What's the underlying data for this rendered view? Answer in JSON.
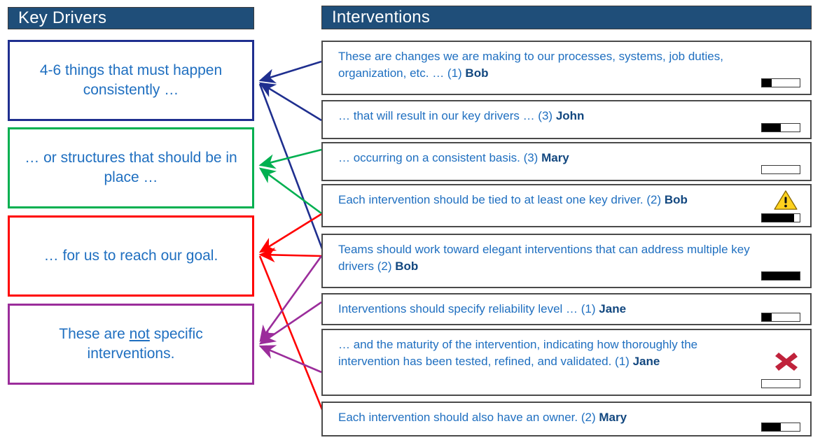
{
  "columns": {
    "left_header": "Key Drivers",
    "right_header": "Interventions"
  },
  "colors": {
    "header_bg": "#1F4E79",
    "header_text": "#FFFFFF",
    "body_text": "#1F6FC0",
    "driver_navy": "#1F2F8F",
    "driver_green": "#00B050",
    "driver_red": "#FF0000",
    "driver_purple": "#9B2D9B",
    "warning_yellow": "#FFD21E",
    "error_red": "#C0223B",
    "progress_fill": "#000000"
  },
  "key_drivers": [
    {
      "id": "driver-navy",
      "text_before": "4-6 things that must happen consistently …",
      "emphasis": "",
      "text_after": "",
      "color": "#1F2F8F",
      "color_name": "navy"
    },
    {
      "id": "driver-green",
      "text_before": "… or structures that should be in place …",
      "emphasis": "",
      "text_after": "",
      "color": "#00B050",
      "color_name": "green"
    },
    {
      "id": "driver-red",
      "text_before": "… for us to reach our goal.",
      "emphasis": "",
      "text_after": "",
      "color": "#FF0000",
      "color_name": "red"
    },
    {
      "id": "driver-purple",
      "text_before": "These are ",
      "emphasis": "not",
      "text_after": " specific interventions.",
      "color": "#9B2D9B",
      "color_name": "purple"
    }
  ],
  "interventions": [
    {
      "id": "intervention-1",
      "text": "These are changes we are making to our processes, systems, job duties, organization, etc. … (1) ",
      "owner": "Bob",
      "priority": "(1)",
      "progress_percent": 25,
      "status_icon": "none",
      "linked_driver": "driver-navy"
    },
    {
      "id": "intervention-2",
      "text": "… that will result in our key drivers … (3) ",
      "owner": "John",
      "priority": "(3)",
      "progress_percent": 50,
      "status_icon": "none",
      "linked_driver": "driver-navy"
    },
    {
      "id": "intervention-3",
      "text": "… occurring on a consistent basis. (3) ",
      "owner": "Mary",
      "priority": "(3)",
      "progress_percent": 0,
      "status_icon": "none",
      "linked_driver": "driver-green"
    },
    {
      "id": "intervention-4",
      "text": "Each intervention should be tied to at least one key driver. (2) ",
      "owner": "Bob",
      "priority": "(2)",
      "progress_percent": 85,
      "status_icon": "warning-icon",
      "linked_driver": "driver-green"
    },
    {
      "id": "intervention-5",
      "text": "Teams should work toward elegant interventions that can address multiple key drivers (2) ",
      "owner": "Bob",
      "priority": "(2)",
      "progress_percent": 100,
      "status_icon": "none",
      "linked_driver": "driver-red"
    },
    {
      "id": "intervention-6",
      "text": "Interventions should specify reliability level … (1) ",
      "owner": "Jane",
      "priority": "(1)",
      "progress_percent": 25,
      "status_icon": "none",
      "linked_driver": "driver-purple"
    },
    {
      "id": "intervention-7",
      "text": "… and the maturity of the intervention, indicating how thoroughly the intervention has been tested, refined, and validated. (1) ",
      "owner": "Jane",
      "priority": "(1)",
      "progress_percent": 0,
      "status_icon": "error-icon",
      "linked_driver": "driver-purple"
    },
    {
      "id": "intervention-8",
      "text": "Each intervention should also have an owner. (2) ",
      "owner": "Mary",
      "priority": "(2)",
      "progress_percent": 50,
      "status_icon": "none",
      "linked_driver": "driver-red"
    }
  ]
}
